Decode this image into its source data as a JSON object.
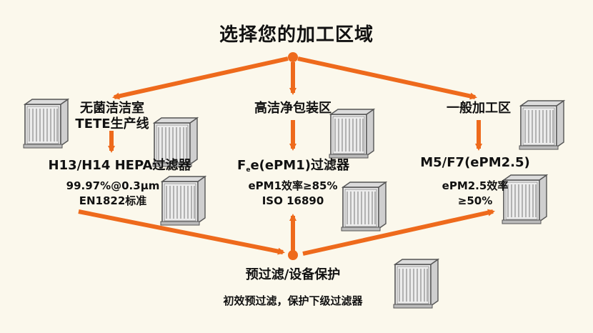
{
  "title": "选择您的加工区域",
  "colors": {
    "arrow": "#ee6a1c",
    "background": "#fbf8ec",
    "unit_frame": "#555555",
    "unit_fill": "#e4e4e4"
  },
  "branches": [
    {
      "zone_lines": [
        "无菌洁洁室",
        "TETE生产线"
      ],
      "filter": "H13/H14 HEPA过滤器",
      "spec_lines": [
        "99.97%@0.3μm",
        "EN1822标准"
      ]
    },
    {
      "zone_lines": [
        "高洁净包装区"
      ],
      "filter_prefix_main": "F",
      "filter_prefix_sub": "e",
      "filter_rest": "e(ePM1)过滤器",
      "spec_lines": [
        "ePM1效率≥85%",
        "ISO 16890"
      ]
    },
    {
      "zone_lines": [
        "一般加工区"
      ],
      "filter": "M5/F7(ePM2.5)",
      "spec_lines": [
        "ePM2.5效率",
        "≥50%"
      ]
    }
  ],
  "prefilter": {
    "label": "预过滤/设备保护",
    "description": "初效预过滤，保护下级过滤器"
  },
  "icons": [
    "filter-unit-icon"
  ]
}
